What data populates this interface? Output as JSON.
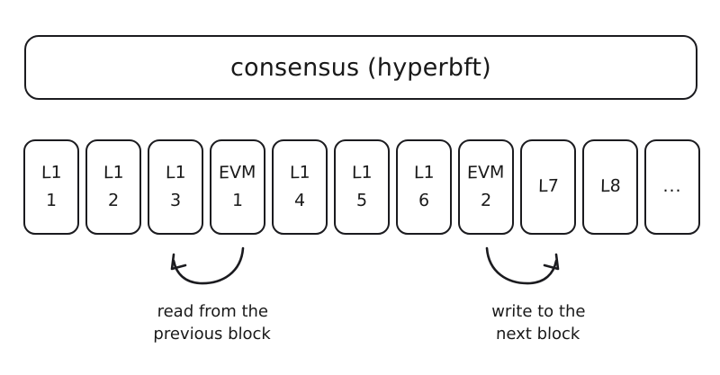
{
  "diagram": {
    "title_bar": {
      "label": "consensus (hyperbft)"
    },
    "blocks": [
      {
        "name": "block-l1-1",
        "line1": "L1",
        "line2": "1",
        "two_line": true
      },
      {
        "name": "block-l1-2",
        "line1": "L1",
        "line2": "2",
        "two_line": true
      },
      {
        "name": "block-l1-3",
        "line1": "L1",
        "line2": "3",
        "two_line": true
      },
      {
        "name": "block-evm-1",
        "line1": "EVM",
        "line2": "1",
        "two_line": true
      },
      {
        "name": "block-l1-4",
        "line1": "L1",
        "line2": "4",
        "two_line": true
      },
      {
        "name": "block-l1-5",
        "line1": "L1",
        "line2": "5",
        "two_line": true
      },
      {
        "name": "block-l1-6",
        "line1": "L1",
        "line2": "6",
        "two_line": true
      },
      {
        "name": "block-evm-2",
        "line1": "EVM",
        "line2": "2",
        "two_line": true
      },
      {
        "name": "block-l7",
        "line1": "L7",
        "line2": "",
        "two_line": false
      },
      {
        "name": "block-l8",
        "line1": "L8",
        "line2": "",
        "two_line": false
      },
      {
        "name": "block-more",
        "line1": "...",
        "line2": "",
        "two_line": false
      }
    ],
    "annotations": [
      {
        "name": "read-previous-annotation",
        "arrow": "curved-arrow-left-icon",
        "caption_line1": "read from the",
        "caption_line2": "previous block"
      },
      {
        "name": "write-next-annotation",
        "arrow": "curved-arrow-right-icon",
        "caption_line1": "write to the",
        "caption_line2": "next block"
      }
    ],
    "colors": {
      "background": "#ffffff",
      "stroke": "#1b1b1f",
      "text": "#191919"
    }
  }
}
